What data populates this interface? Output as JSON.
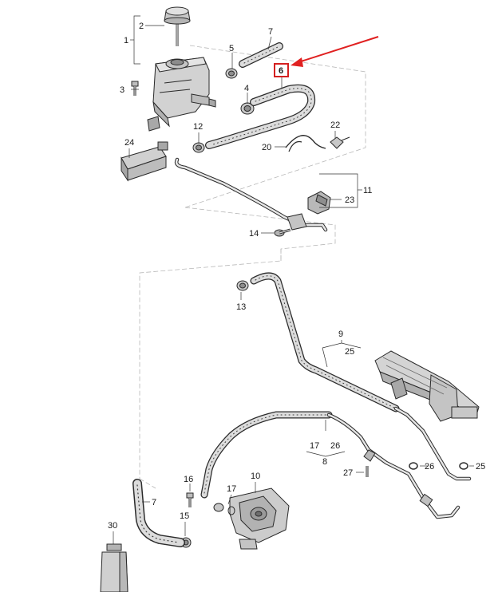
{
  "diagram": {
    "labels": {
      "l1": "1",
      "l2": "2",
      "l3": "3",
      "l4": "4",
      "l5": "5",
      "l6": "6",
      "l7_top": "7",
      "l7_bottom": "7",
      "l8": "8",
      "l9": "9",
      "l10": "10",
      "l11": "11",
      "l12": "12",
      "l13": "13",
      "l14": "14",
      "l15": "15",
      "l16": "16",
      "l17_pump": "17",
      "l17_group": "17",
      "l20": "20",
      "l22": "22",
      "l23": "23",
      "l24": "24",
      "l25_group": "25",
      "l25_right": "25",
      "l26_group": "26",
      "l26_right": "26",
      "l27": "27",
      "l30": "30"
    },
    "highlight": {
      "label_key": "l6",
      "box_color": "#d42020",
      "arrow_color": "#e02020"
    },
    "colors": {
      "part_fill": "#d2d2d2",
      "part_dark": "#a8a8a8",
      "line": "#2b2b2b",
      "leader": "#333333",
      "dashed_frame": "#b8b8b8"
    }
  }
}
